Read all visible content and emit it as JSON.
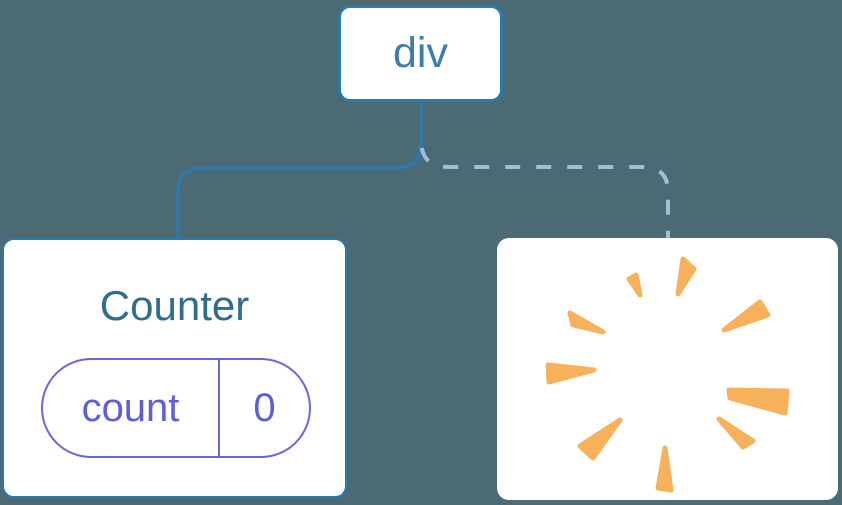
{
  "diagram": {
    "description": "React component tree diagram: a div root keeps the Counter component (with state) and removes the second child, shown as a poof burst",
    "background_color": "#4B6A74",
    "root_node": {
      "label": "div",
      "border_color": "#2B7AAF",
      "text_color": "#3B7EAB"
    },
    "edges": [
      {
        "id": "edge-to-counter",
        "style": "solid",
        "color": "#2B7AAF"
      },
      {
        "id": "edge-to-removed",
        "style": "dashed",
        "color": "#9CC0D8"
      }
    ],
    "counter_card": {
      "title": "Counter",
      "title_color": "#2E6D8C",
      "state_pill": {
        "key": "count",
        "value": "0",
        "accent_color": "#6868DC",
        "text_color": "#5E5ED6"
      }
    },
    "removed_card": {
      "icon": "poof-burst-icon",
      "icon_color": "#F7B15B",
      "ray_count": 9
    }
  }
}
